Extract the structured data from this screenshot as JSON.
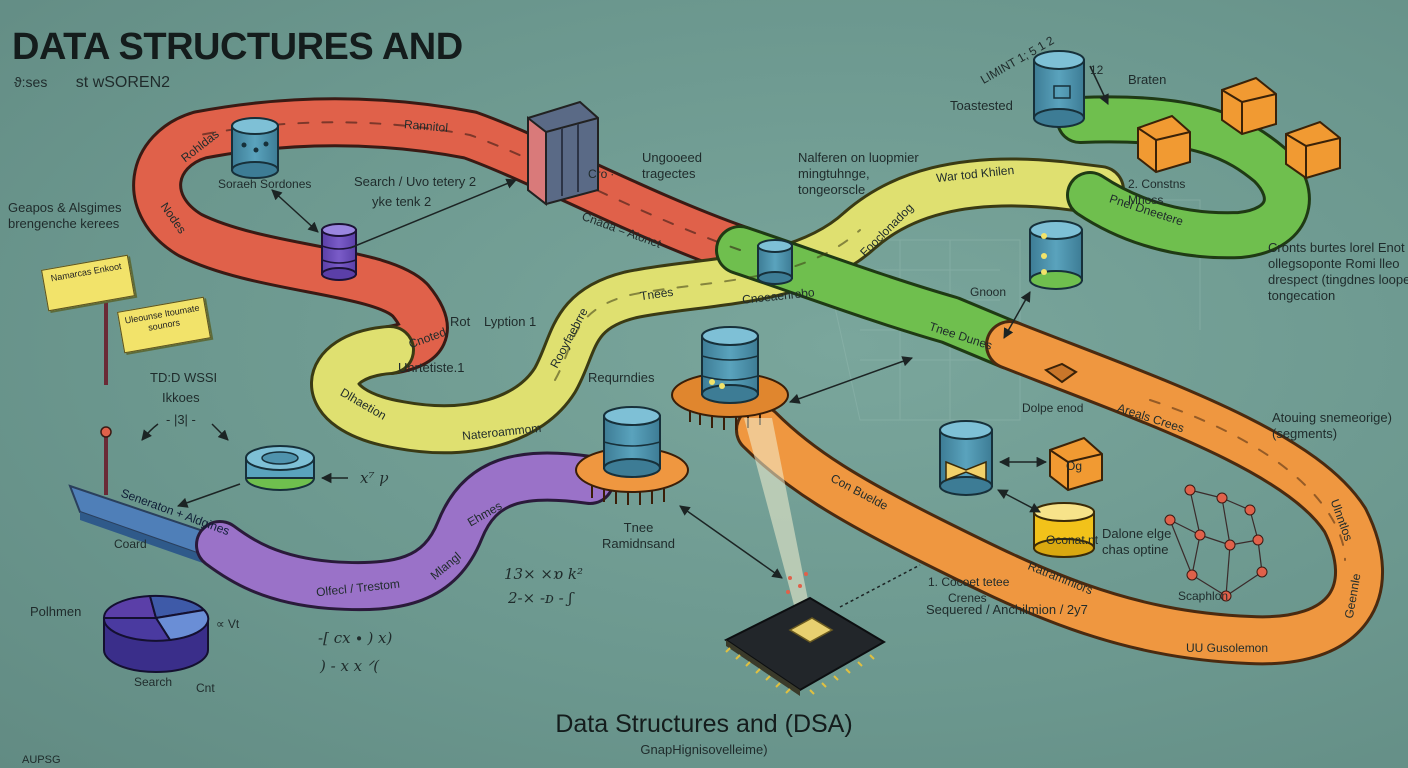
{
  "header": {
    "title": "DATA STRUCTURES AND",
    "subtitle": "st wSOREN2",
    "subtitle_prefix": "ϑ:ses"
  },
  "footer": {
    "title": "Data Structures and (DSA)",
    "subtitle": "GnapHignisovelleime)",
    "corner": "AUPSG"
  },
  "road_labels": {
    "red_1": "Rohldas",
    "red_2": "Rannitol",
    "red_3": "Nodes",
    "red_4": "Cnada = Atonet",
    "red_5": "Cnoted",
    "red_6": "Cro ∙ ∙",
    "yellow_1": "Tnees",
    "yellow_2": "Cnoeaenrobo",
    "yellow_3": "Rooyfaebrre",
    "yellow_4": "Nateroammom",
    "yellow_5": "Dlhaetion",
    "yellow_6": "War tod Khilen",
    "yellow_7": "Fooclonadog",
    "green_1": "Tnee Dunes",
    "green_2": "Pnei Dneetere",
    "orange_1": "Areals Crees",
    "orange_2": "Con Buelde",
    "orange_3": "Ratrammiors",
    "orange_4": "UU Gusolemon",
    "orange_5": "Ulnntlos",
    "orange_6": "Geennle",
    "purple_1": "Ehmes",
    "purple_2": "Olfecl / Trestom",
    "purple_3": "Mlangl",
    "blue_strip": "Seneraton + Aldgines"
  },
  "labels": {
    "graphs_algorithms": [
      "Geapos & Alsgimes",
      "brengenche kerees"
    ],
    "search_1": "Search /   Uvo tetery 2",
    "search_2": "yke tenk 2",
    "sorting": "Soraeh Sordones",
    "ungroomed": [
      "Ungooeed",
      "tragectes"
    ],
    "nodes_top": [
      "Nalferen on luopmier",
      "mingtuhnge,",
      "tongeorscle"
    ],
    "tested": "Toastested",
    "lm_code": "LIMINT 1; 5 1 2",
    "broken": "Braten",
    "top_12": "12",
    "two_constants": [
      "2. Constns",
      "Mhoss"
    ],
    "right_text": [
      "Cronts burtes lorel Enot",
      "ollegsoponte Romi lleo",
      "drespect (tingdnes loope",
      "tongecation"
    ],
    "graph_mid": "Gnoon",
    "rot": "Rot",
    "lyption": "Lyption 1",
    "unrelate": "Unrtetiste.1",
    "requirements": "Requrndies",
    "tree_label": [
      "Tnee",
      "Ramidnsand"
    ],
    "dolpe": "Dolpe  enod",
    "atouting": [
      "Atouing  snemeorige)",
      "(segments)"
    ],
    "og": "Og",
    "dolone": [
      "Dalone elge",
      "chas optine"
    ],
    "seq": [
      "1.  Cocoet tetee",
      "Crenes"
    ],
    "sequenced": "Sequered / Anchilmion / 2y7",
    "scaphon": "Scaphlon",
    "tdo": "TD:D   WSSI",
    "ikkoes": "Ikkoes",
    "arrows_pm": "-  |3|  -",
    "x3": "x⁷  ꝩ",
    "math_1": "13×  ×ɒ  k²",
    "math_2": "2-×  -ᴅ  - ʃ",
    "math_3": "-[ cx ∙ )  x)",
    "math_4": ") -  x x  ᐟ(",
    "pohlmen": "Polhmen",
    "search_pie": "Search",
    "cnt": "Cnt",
    "cross_pie": "∝ Vt",
    "coard": "Coard",
    "paper_1": "Namarcas Enkoot",
    "paper_2": "Uleounse Itoumate sounors"
  },
  "colors": {
    "road_red": "#e0614a",
    "road_yellow": "#dfe070",
    "road_green": "#6fbf4e",
    "road_orange": "#ef9740",
    "road_purple": "#9a72c8",
    "db_blue": "#4f93ad",
    "box_orange": "#f19a32",
    "background": "#6f9c94"
  }
}
